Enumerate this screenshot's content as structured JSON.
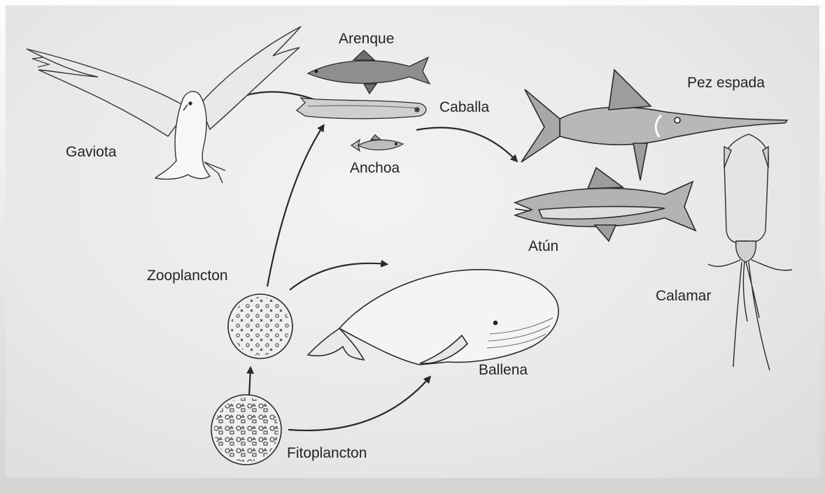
{
  "organisms": {
    "gaviota": "Gaviota",
    "arenque": "Arenque",
    "caballa": "Caballa",
    "anchoa": "Anchoa",
    "pez_espada": "Pez espada",
    "atun": "Atún",
    "calamar": "Calamar",
    "zooplancton": "Zooplancton",
    "ballena": "Ballena",
    "fitoplancton": "Fitoplancton"
  },
  "colors": {
    "ink": "#2a2a2a",
    "fish_fill": "#b9b9b7",
    "fish_light": "#d9d9d7",
    "paper": "#ececea"
  },
  "arrows": [
    {
      "from": "fitoplancton",
      "to": "zooplancton"
    },
    {
      "from": "fitoplancton",
      "to": "ballena"
    },
    {
      "from": "zooplancton",
      "to": "ballena"
    },
    {
      "from": "zooplancton",
      "to": "caballa"
    },
    {
      "from": "caballa",
      "to": "gaviota"
    },
    {
      "from": "caballa",
      "to": "pez_espada"
    }
  ]
}
